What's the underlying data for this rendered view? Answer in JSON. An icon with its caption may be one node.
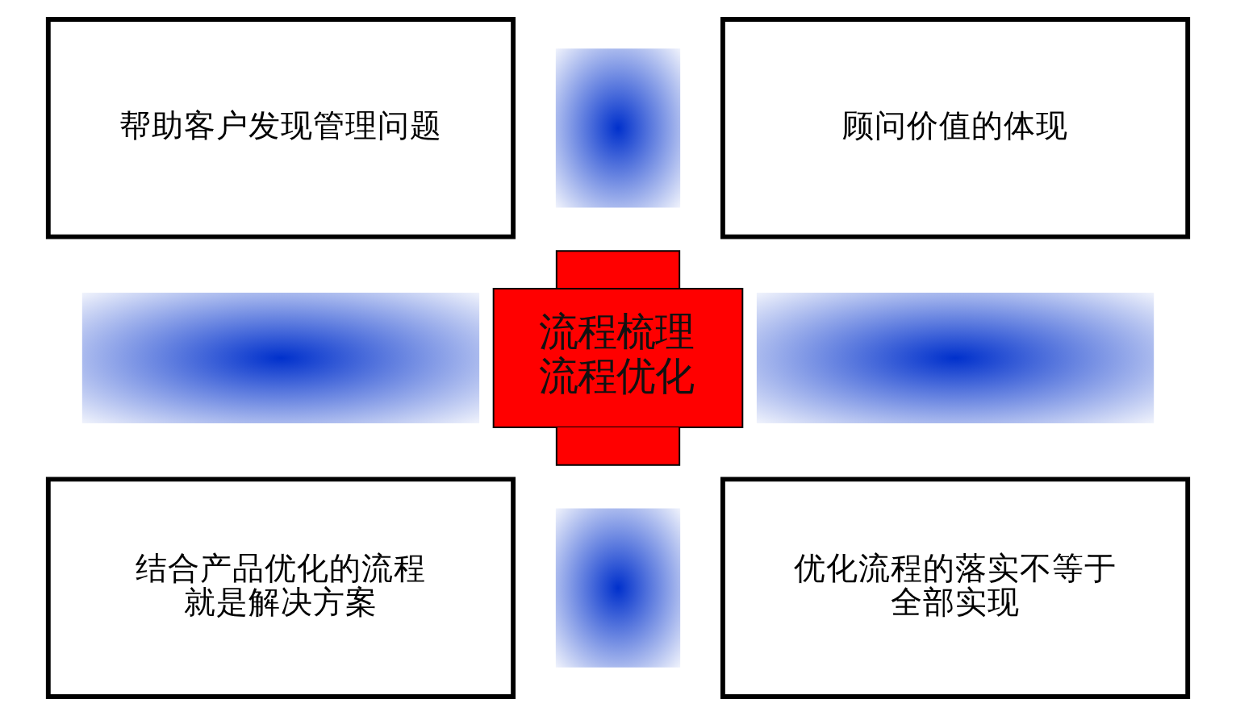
{
  "diagram": {
    "nodes": [
      {
        "text": [
          "帮助客户发现管理问题"
        ]
      },
      {
        "text": [],
        "shape": "box"
      },
      {
        "text": [
          "顾问价值的体现"
        ]
      },
      {
        "text": [],
        "shape": "bar"
      },
      {
        "text": [
          "流程梳理",
          "流程优化"
        ]
      },
      {
        "text": [],
        "shape": "bar"
      },
      {
        "text": [
          "结合产品优化的流程就是解决方案"
        ]
      },
      {
        "text": [],
        "shape": "box"
      },
      {
        "text": [
          "优化流程的落实不等于全部实现"
        ]
      }
    ]
  }
}
